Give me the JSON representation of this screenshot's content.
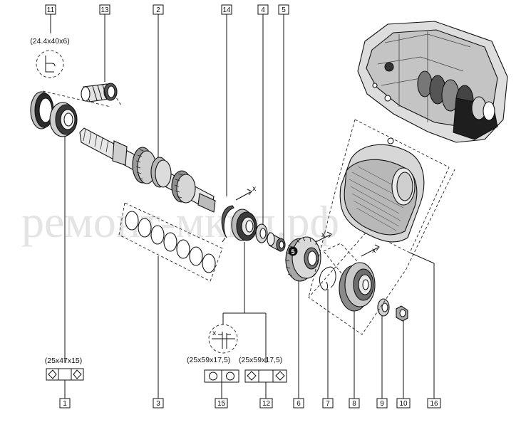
{
  "watermark": "ремонт-мкпп.рф",
  "callouts": {
    "c1": "1",
    "c2": "2",
    "c3": "3",
    "c4": "4",
    "c5": "5",
    "c6": "6",
    "c7": "7",
    "c8": "8",
    "c9": "9",
    "c10": "10",
    "c11": "11",
    "c12": "12",
    "c13": "13",
    "c14": "14",
    "c15": "15",
    "c16": "16"
  },
  "gear_marker": "5",
  "dimensions": {
    "seal_11": "(24.4x40x6)",
    "bearing_1": "(25x47x15)",
    "bearing_15": "(25x59x17,5)",
    "bearing_12": "(25x59x17,5)"
  },
  "play_marks": {
    "x_4": "x",
    "x_gear": "x",
    "x_hub": "x",
    "x_detail": "x"
  }
}
